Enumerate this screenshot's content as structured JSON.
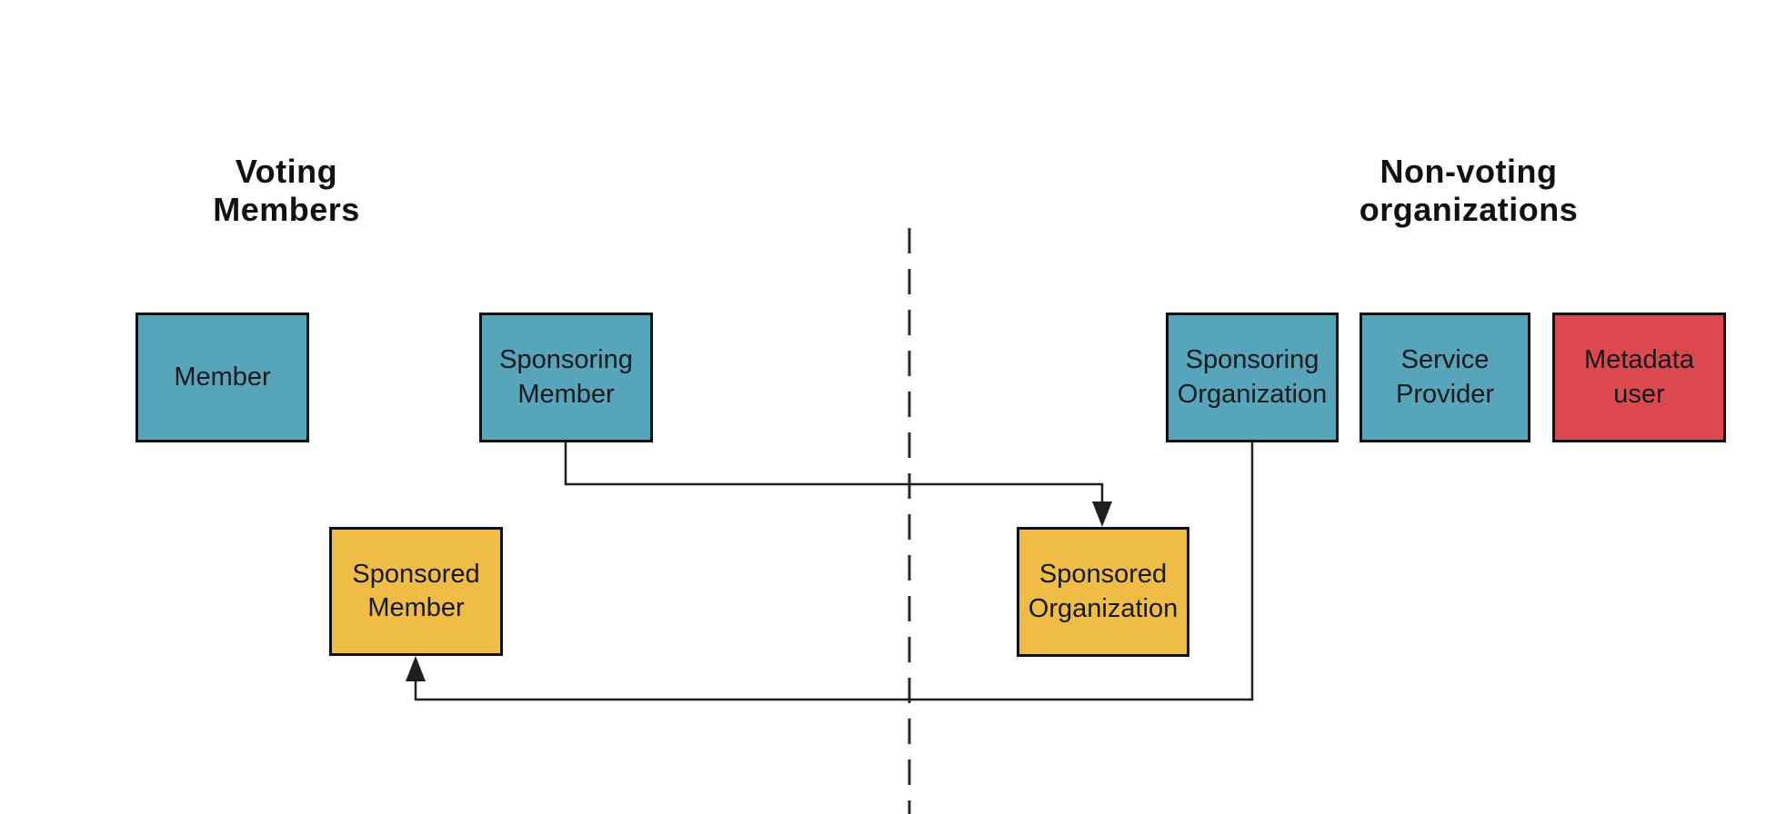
{
  "diagram": {
    "groups": {
      "left": {
        "title": "Voting\nMembers"
      },
      "right": {
        "title": "Non-voting\norganizations"
      }
    },
    "nodes": [
      {
        "id": "member",
        "label": "Member",
        "color": "#57A5BB",
        "group": "voting-members"
      },
      {
        "id": "sponsoring-member",
        "label": "Sponsoring\nMember",
        "color": "#57A5BB",
        "group": "voting-members"
      },
      {
        "id": "sponsored-member",
        "label": "Sponsored\nMember",
        "color": "#EFBD45",
        "group": "voting-members"
      },
      {
        "id": "sponsoring-organization",
        "label": "Sponsoring\nOrganization",
        "color": "#57A5BB",
        "group": "non-voting-organizations"
      },
      {
        "id": "service-provider",
        "label": "Service\nProvider",
        "color": "#57A5BB",
        "group": "non-voting-organizations"
      },
      {
        "id": "metadata-user",
        "label": "Metadata\nuser",
        "color": "#DB484E",
        "group": "non-voting-organizations"
      },
      {
        "id": "sponsored-organization",
        "label": "Sponsored\nOrganization",
        "color": "#EFBD45",
        "group": "non-voting-organizations"
      }
    ],
    "edges": [
      {
        "from": "sponsoring-member",
        "to": "sponsored-organization",
        "type": "solid-arrow"
      },
      {
        "from": "sponsoring-organization",
        "to": "sponsored-member",
        "type": "solid-arrow"
      }
    ],
    "divider": {
      "type": "dashed-vertical-line",
      "separates": [
        "voting-members",
        "non-voting-organizations"
      ]
    },
    "colors": {
      "box_teal": "#57A5BB",
      "box_yellow": "#EFBD45",
      "box_red": "#DB484E",
      "line": "#1f1f1f",
      "background": "#ffffff"
    }
  }
}
